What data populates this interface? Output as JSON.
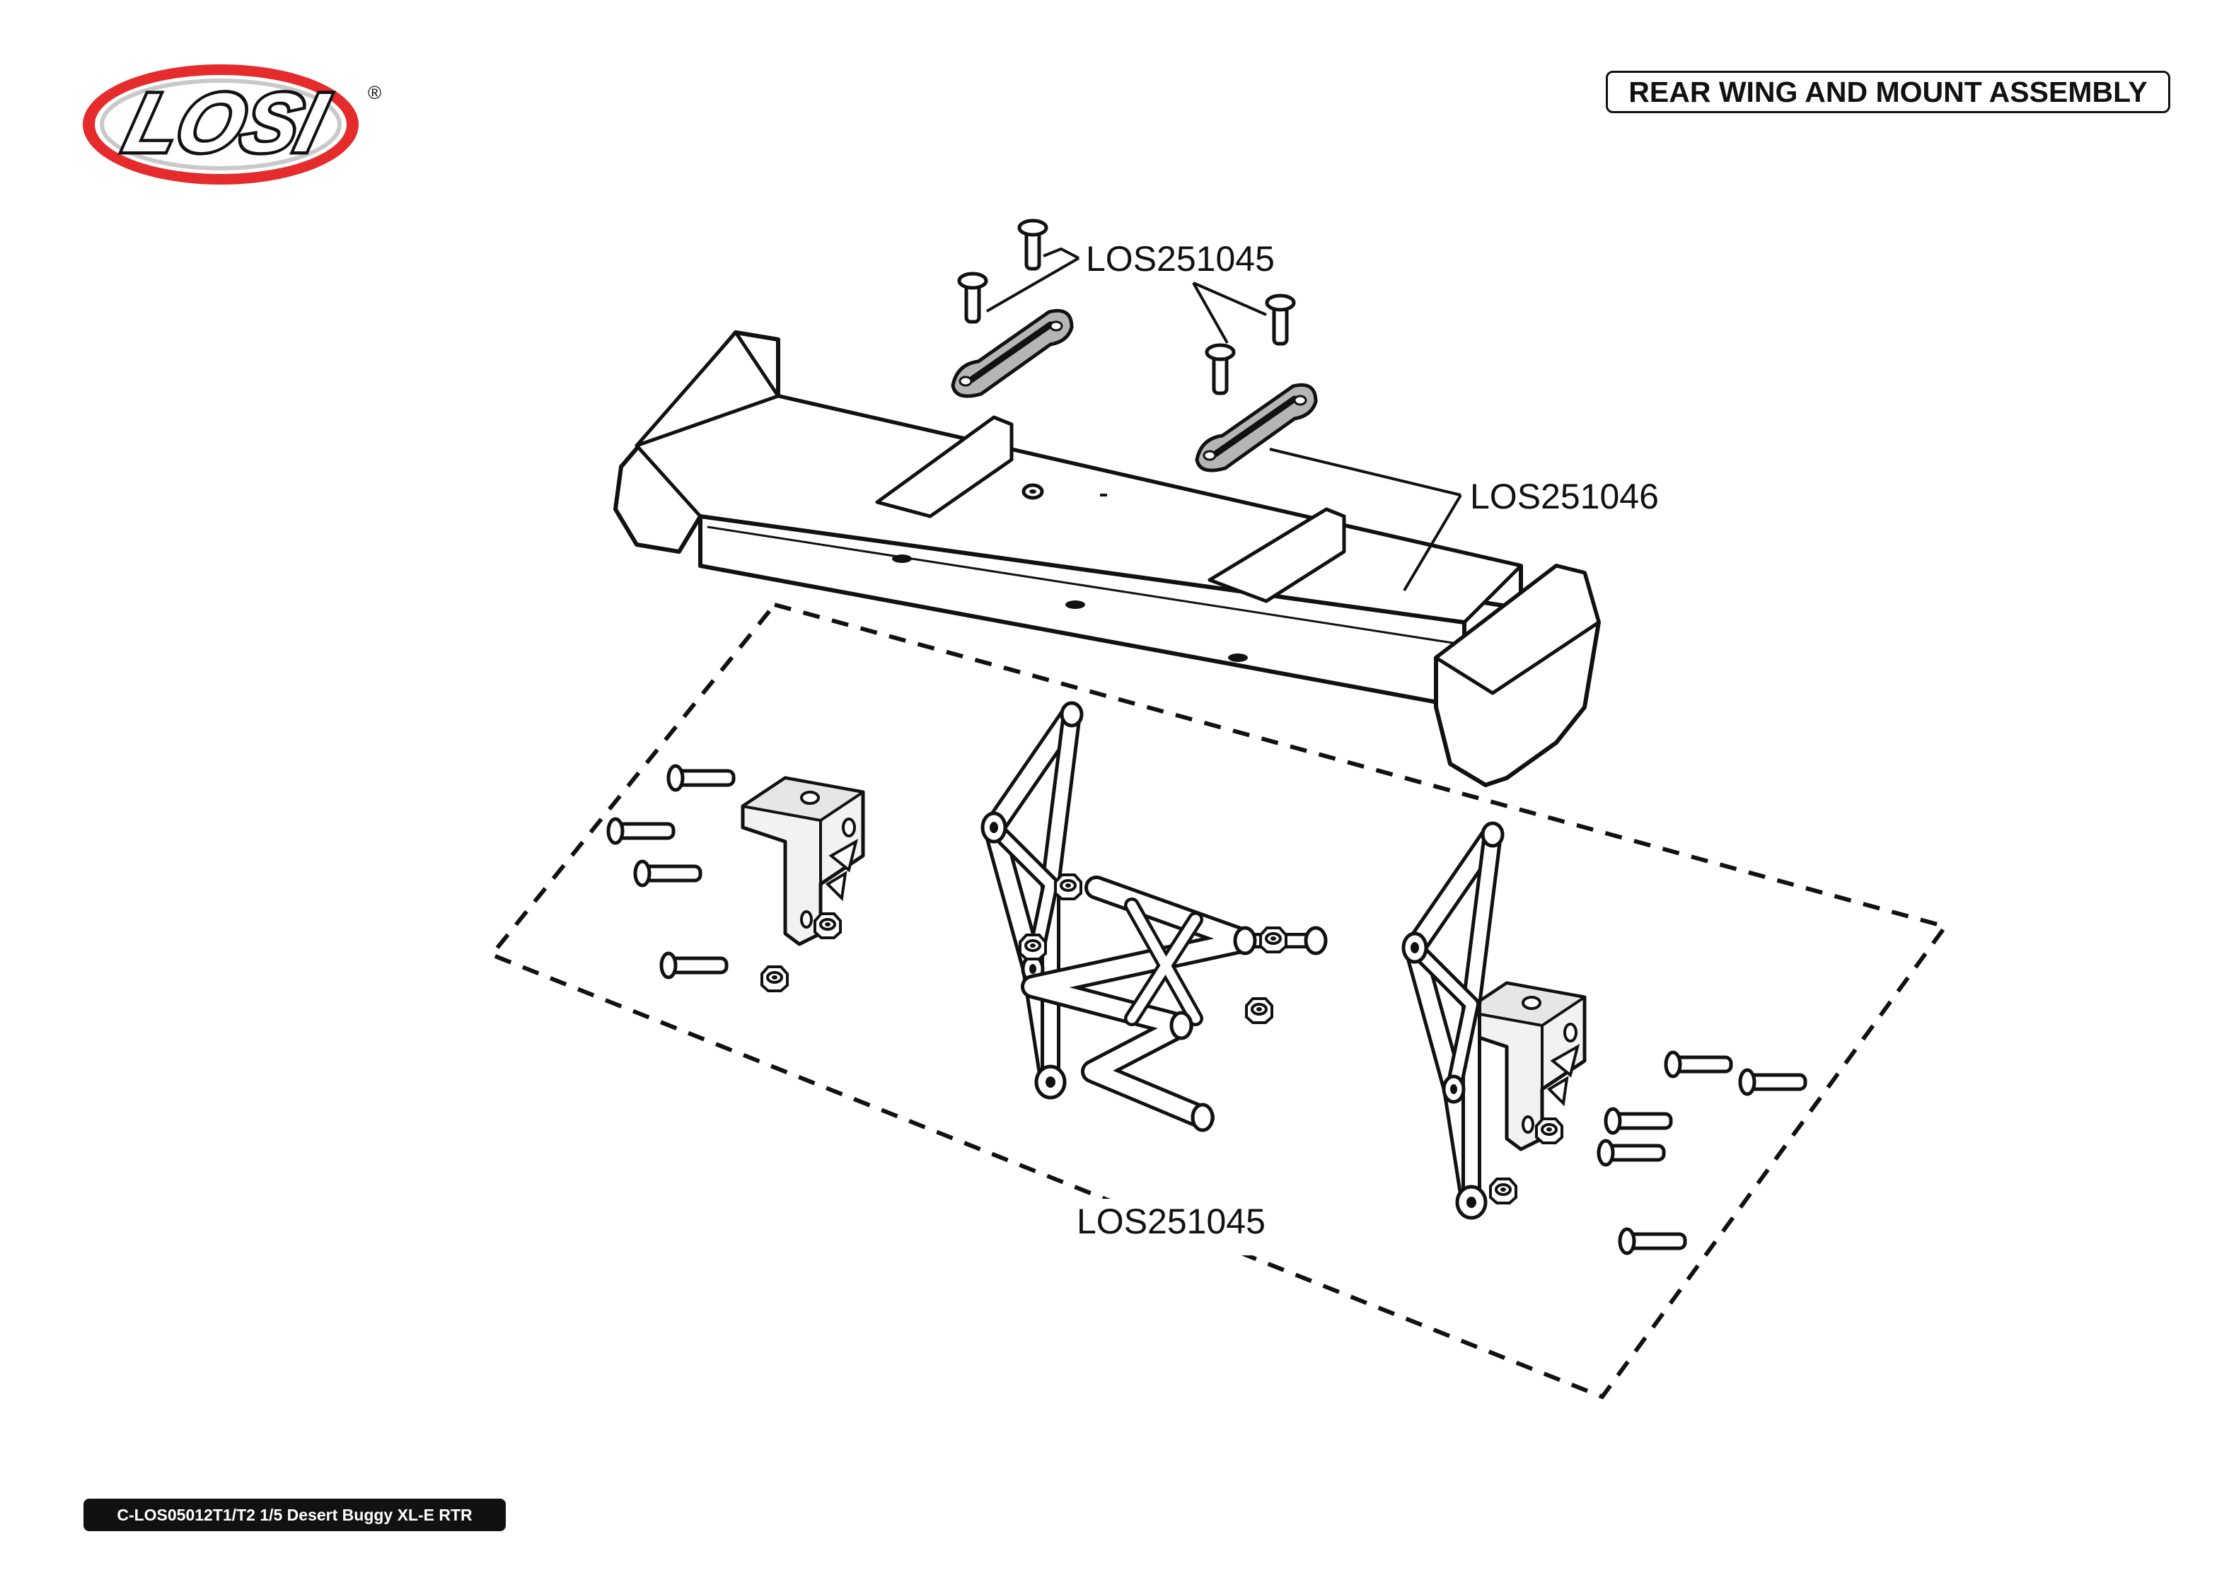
{
  "header": {
    "brand_logo": "LOSI",
    "registered_mark": "®",
    "title": "REAR WING AND MOUNT ASSEMBLY"
  },
  "parts": {
    "upper_screws": "LOS251045",
    "wing": "LOS251046",
    "mount_assembly": "LOS251045"
  },
  "footer": {
    "model": "C-LOS05012T1/T2 1/5 Desert Buggy XL-E RTR"
  },
  "colors": {
    "brand_red": "#e52b2b",
    "ink": "#111111"
  }
}
